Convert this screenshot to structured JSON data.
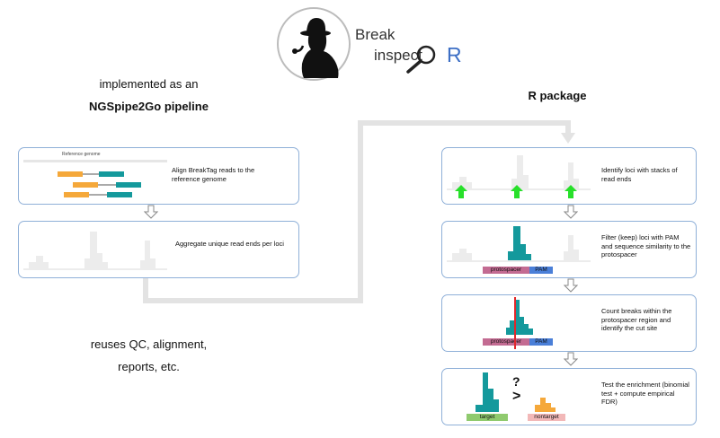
{
  "logo": {
    "title_line1": "Break",
    "title_line2": "inspect",
    "title_r": "R"
  },
  "left": {
    "caption_line1": "implemented as an",
    "caption_line2": "NGSpipe2Go pipeline",
    "footer_line1": "reuses QC, alignment,",
    "footer_line2": "reports, etc.",
    "steps": [
      {
        "text": "Align BreakTag reads to the reference genome",
        "inner_label": "Reference genome"
      },
      {
        "text": "Aggregate unique read ends per loci"
      }
    ]
  },
  "right": {
    "caption": "R package",
    "steps": [
      {
        "text": "Identify loci with stacks of read ends"
      },
      {
        "text": "Filter (keep) loci with PAM and sequence similarity to the protospacer",
        "protospacer": "protospacer",
        "pam": "PAM"
      },
      {
        "text": "Count breaks within the protospacer region and identify the cut site",
        "protospacer": "protospacer",
        "pam": "PAM"
      },
      {
        "text": "Test the enrichment (binomial test + compute empirical FDR)",
        "target": "target",
        "nontarget": "nontarget",
        "q": "?",
        "gt": ">"
      }
    ]
  },
  "colors": {
    "box_border": "#8fb0d8",
    "teal": "#14999c",
    "orange": "#f5a83a",
    "green": "#27e02a",
    "gray_hist": "#e6e6e6",
    "protospacer": "#c36b92",
    "pam": "#4a7fd8",
    "cut": "#e0282c",
    "target": "#8fca6e",
    "nontarget": "#f2b8b8",
    "connector": "#e3e3e3"
  }
}
